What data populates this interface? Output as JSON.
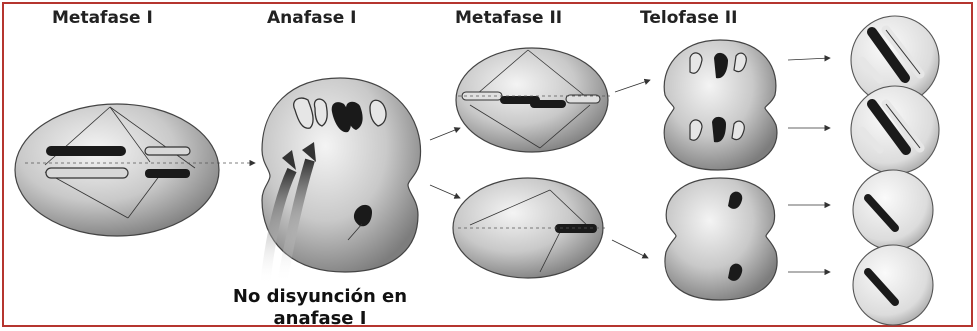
{
  "stages": {
    "metafase_1": "Metafase I",
    "anafase_1": "Anafase  I",
    "metafase_2": "Metafase II",
    "telofase_2": "Telofase II"
  },
  "caption": {
    "line1": "No disyunción en",
    "line2": "anafase I"
  }
}
